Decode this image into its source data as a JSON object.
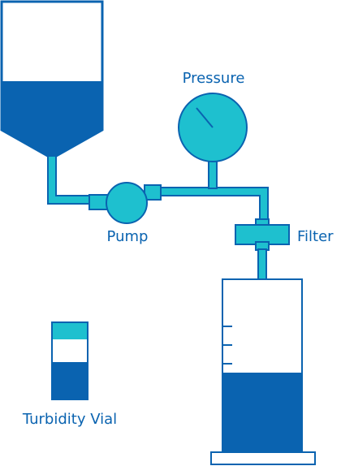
{
  "colors": {
    "outline": "#0a63b0",
    "fluid_dark": "#0a63b0",
    "fluid_light": "#1ec0cf",
    "background": "#ffffff"
  },
  "labels": {
    "pressure": "Pressure",
    "pump": "Pump",
    "filter": "Filter",
    "turbidity_vial": "Turbidity Vial"
  },
  "components": {
    "hopper": {
      "name": "hopper",
      "fill_level": "lower half"
    },
    "pressure_gauge": {
      "icon": "gauge-icon"
    },
    "pump": {
      "icon": "pump-icon"
    },
    "filter": {
      "icon": "filter-icon"
    },
    "graduated_cylinder": {
      "graduation_marks": 3,
      "fill_fraction": 0.46
    },
    "turbidity_vial": {
      "layers": [
        "light",
        "clear",
        "dark"
      ]
    }
  }
}
